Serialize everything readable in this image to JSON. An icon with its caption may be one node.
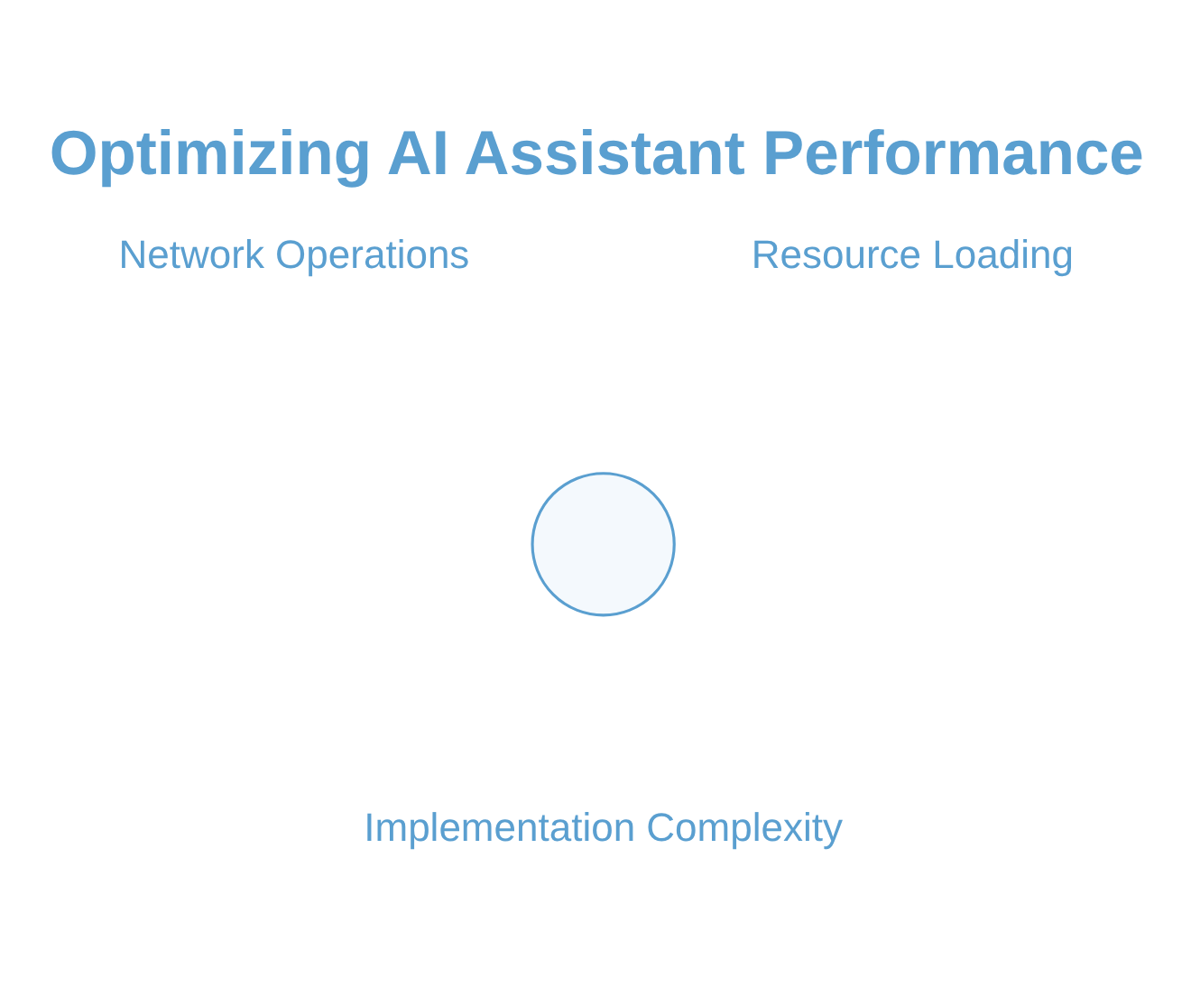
{
  "diagram": {
    "title": "Optimizing AI Assistant Performance",
    "nodes": [
      {
        "text": [
          "Network Operations"
        ]
      },
      {
        "text": [
          "Resource Loading"
        ]
      },
      {
        "text": [],
        "shape": "circle"
      },
      {
        "text": [
          "Implementation Complexity"
        ]
      }
    ]
  }
}
